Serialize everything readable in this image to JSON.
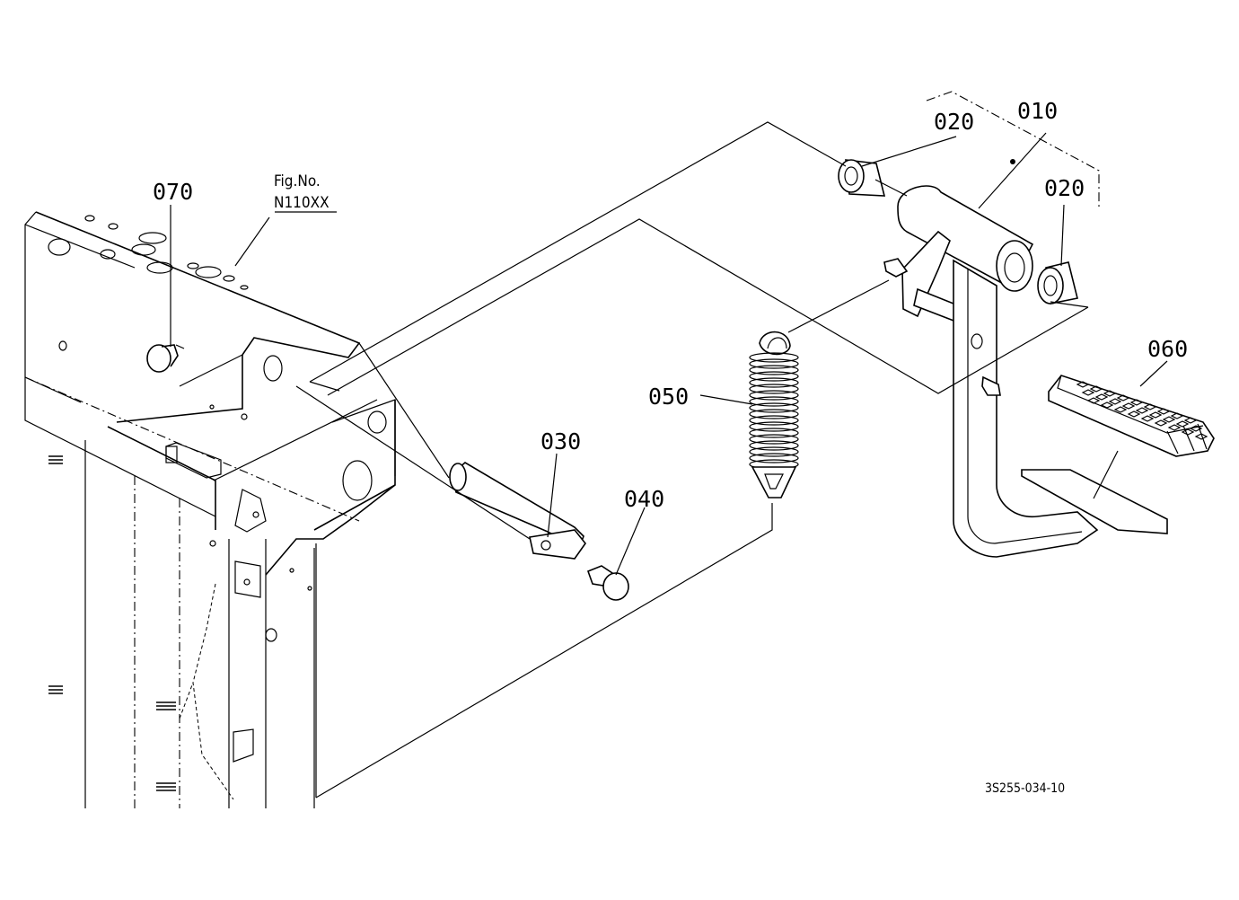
{
  "figure_ref": {
    "line1": "Fig.No.",
    "line2": "N110XX"
  },
  "callouts": {
    "p010": "010",
    "p020a": "020",
    "p020b": "020",
    "p030": "030",
    "p040": "040",
    "p050": "050",
    "p060": "060",
    "p070": "070"
  },
  "drawing_code": "3S255-034-10"
}
